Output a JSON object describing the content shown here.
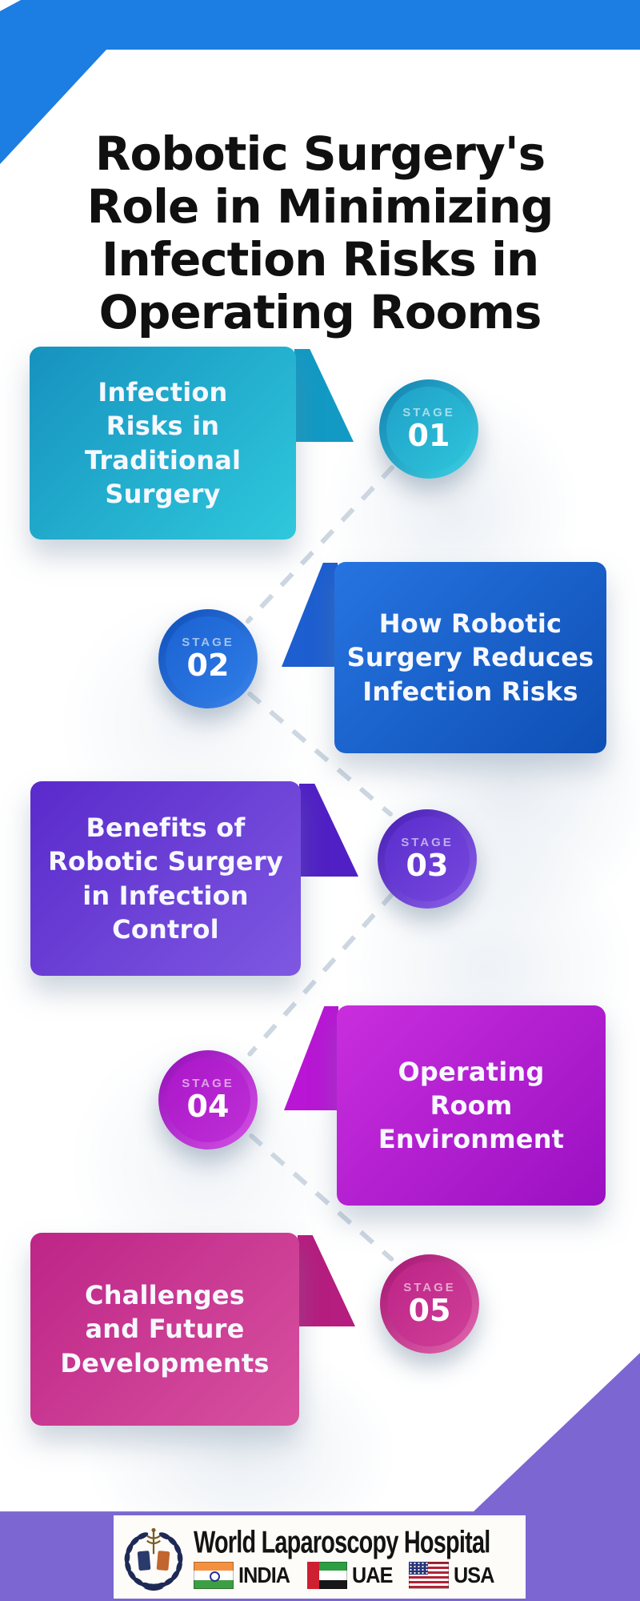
{
  "title": {
    "text": "Robotic Surgery's\nRole in Minimizing\nInfection Risks in\nOperating Rooms"
  },
  "frame": {
    "top_color": "#1c7de2",
    "bottom_color": "#7c66d2",
    "background": "#ffffff",
    "connector_color": "#cdd7e1"
  },
  "stages": [
    {
      "label": "STAGE",
      "number": "01",
      "text": "Infection\nRisks in\nTraditional\nSurgery",
      "colors": {
        "g1": "#1692bf",
        "g2": "#2fc8dc",
        "tail": "#129ac4",
        "ring1": "#117fae",
        "ring2": "#3dd2e4",
        "in1": "#1fa0c8",
        "in2": "#2ec4da"
      }
    },
    {
      "label": "STAGE",
      "number": "02",
      "text": "How Robotic\nSurgery Reduces\nInfection Risks",
      "colors": {
        "g1": "#2674e1",
        "g2": "#0e4fb4",
        "tail": "#1d5ed0",
        "ring1": "#0f4fba",
        "ring2": "#3b86ee",
        "in1": "#1b62d2",
        "in2": "#2e7ce6"
      }
    },
    {
      "label": "STAGE",
      "number": "03",
      "text": "Benefits of\nRobotic Surgery\nin Infection\nControl",
      "colors": {
        "g1": "#5a2acb",
        "g2": "#7e58e2",
        "tail": "#5020c4",
        "ring1": "#451bb4",
        "ring2": "#8e64ea",
        "in1": "#5a2ecd",
        "in2": "#7748dd"
      }
    },
    {
      "label": "STAGE",
      "number": "04",
      "text": "Operating\nRoom\nEnvironment",
      "colors": {
        "g1": "#c92edd",
        "g2": "#9a10c2",
        "tail": "#b816d4",
        "ring1": "#930cb8",
        "ring2": "#d553e6",
        "in1": "#a916c8",
        "in2": "#bf30d6"
      }
    },
    {
      "label": "STAGE",
      "number": "05",
      "text": "Challenges\nand Future\nDevelopments",
      "colors": {
        "g1": "#bd2487",
        "g2": "#d8519f",
        "tail": "#b51d7e",
        "ring1": "#a31270",
        "ring2": "#e468b0",
        "in1": "#bd2386",
        "in2": "#cf4099"
      }
    }
  ],
  "footer": {
    "hospital_name": "World Laparoscopy Hospital",
    "countries": [
      "INDIA",
      "UAE",
      "USA"
    ]
  }
}
